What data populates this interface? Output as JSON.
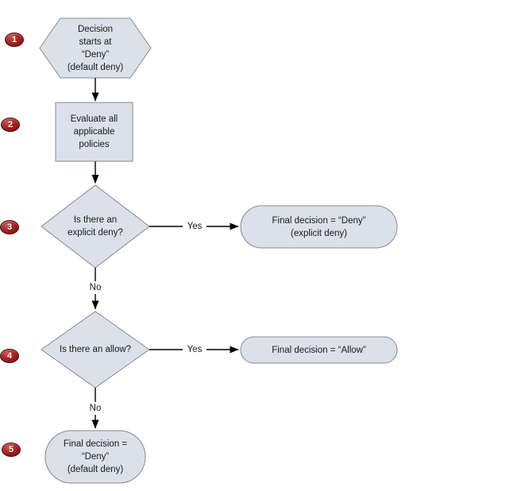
{
  "nodes": {
    "start": {
      "badge": "1",
      "text": "Decision\nstarts at\n“Deny”\n(default deny)"
    },
    "evaluate": {
      "badge": "2",
      "text": "Evaluate all\napplicable\npolicies"
    },
    "explicit_deny_check": {
      "badge": "3",
      "text": "Is there an\nexplicit deny?"
    },
    "explicit_deny_result": {
      "text": "Final decision = “Deny”\n(explicit deny)"
    },
    "allow_check": {
      "badge": "4",
      "text": "Is there an allow?"
    },
    "allow_result": {
      "text": "Final decision = “Allow”"
    },
    "default_deny_result": {
      "badge": "5",
      "text": "Final decision =\n“Deny”\n(default deny)"
    }
  },
  "edge_labels": {
    "explicit_deny_yes": "Yes",
    "explicit_deny_no": "No",
    "allow_yes": "Yes",
    "allow_no": "No"
  },
  "colors": {
    "node_fill": "#dbe1ea",
    "node_border": "#85888d",
    "arrow": "#000000",
    "badge_fill": "#9e1b1c",
    "badge_border": "#420c0c",
    "badge_text": "#ffffff",
    "text": "#1a1a1a"
  }
}
